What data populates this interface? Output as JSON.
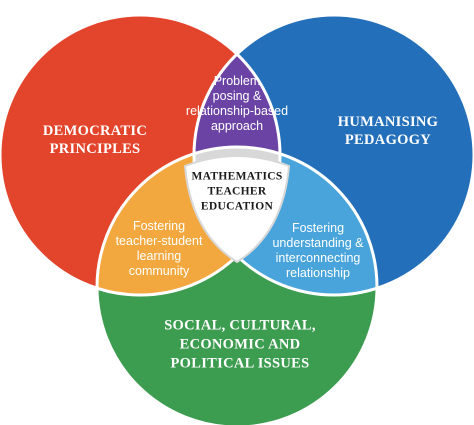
{
  "colors": {
    "democratic": "#e2442c",
    "humanising": "#236fba",
    "social": "#3c9c4f",
    "top_overlap": "#6a43a4",
    "left_overlap": "#f2a83e",
    "right_overlap": "#48a4db",
    "center": "#ffffff",
    "outline": "#ffffff",
    "center_outline": "#d8d8d8"
  },
  "circles": {
    "democratic": {
      "lines": [
        "DEMOCRATIC",
        "PRINCIPLES"
      ]
    },
    "humanising": {
      "lines": [
        "HUMANISING",
        "PEDAGOGY"
      ]
    },
    "social": {
      "lines": [
        "SOCIAL, CULTURAL,",
        "ECONOMIC AND",
        "POLITICAL ISSUES"
      ]
    }
  },
  "overlaps": {
    "top": {
      "lines": [
        "Problem",
        "posing &",
        "relationship-based",
        "approach"
      ]
    },
    "left": {
      "lines": [
        "Fostering",
        "teacher-student",
        "learning",
        "community"
      ]
    },
    "right": {
      "lines": [
        "Fostering",
        "understanding &",
        "interconnecting",
        "relationship"
      ]
    }
  },
  "center": {
    "lines": [
      "MATHEMATICS",
      "TEACHER",
      "EDUCATION"
    ]
  }
}
